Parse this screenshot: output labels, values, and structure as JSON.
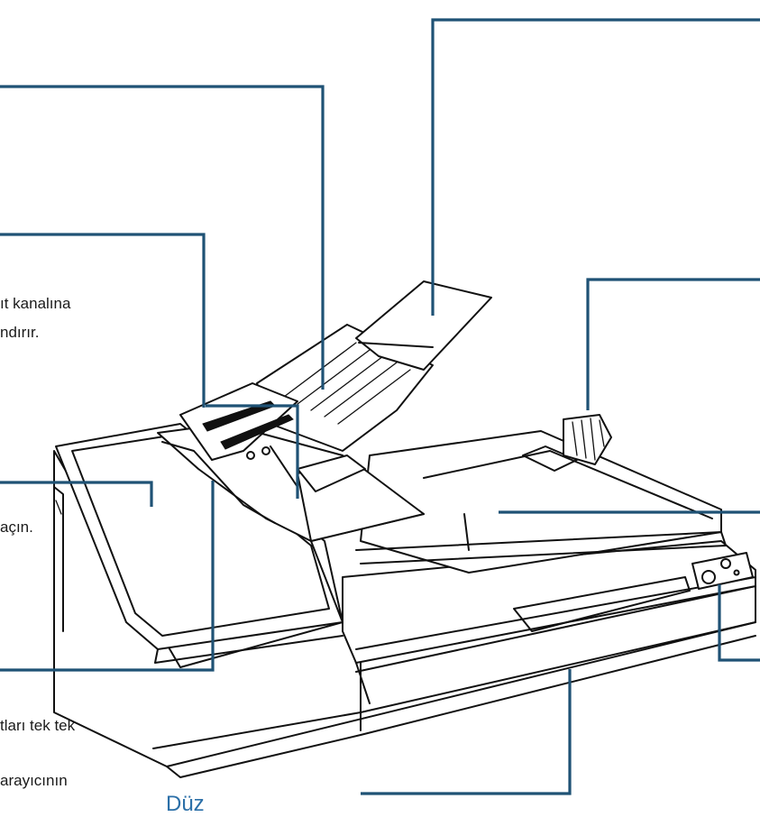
{
  "figure": {
    "subject": "Flatbed scanner with automatic document feeder, line-art illustration",
    "leader_color": "#1f5275",
    "text_color": "#1a1a1a",
    "title_color": "#2b6fa8"
  },
  "visible_text": {
    "label_kanalina": "ıt kanalına",
    "label_dirir": "ndırır.",
    "label_acin": "açın.",
    "label_tek_tek": "tları tek tek",
    "label_tarayicinin": "arayıcının",
    "title_fragment": "Düz"
  },
  "callouts": [
    {
      "id": "adf-paper-chute-extension",
      "text_ref": ""
    },
    {
      "id": "adf-paper-chute",
      "text_ref": ""
    },
    {
      "id": "side-guides",
      "text_ref": "label_kanalina"
    },
    {
      "id": "adf-cover",
      "text_ref": "label_acin"
    },
    {
      "id": "pick-roller-area",
      "text_ref": "label_tek_tek"
    },
    {
      "id": "stacker-stopper",
      "text_ref": ""
    },
    {
      "id": "stacker",
      "text_ref": ""
    },
    {
      "id": "operator-panel",
      "text_ref": ""
    },
    {
      "id": "flatbed",
      "text_ref": "title_fragment"
    }
  ]
}
